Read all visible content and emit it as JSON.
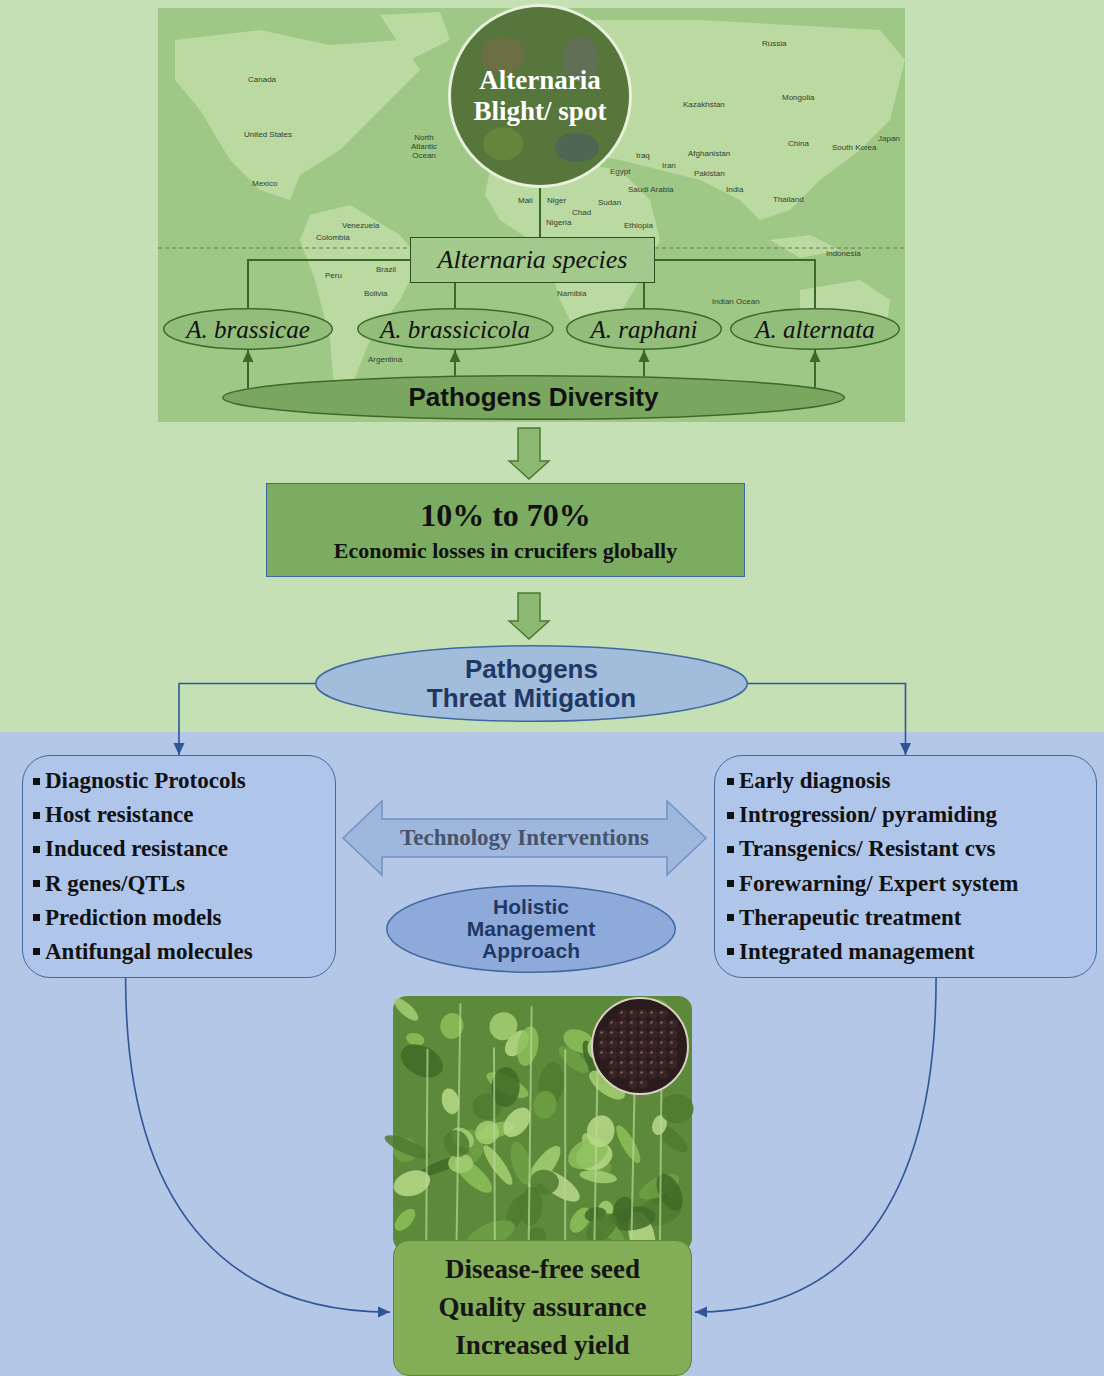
{
  "diagram": {
    "nodes": [
      {
        "text": [
          "Alternaria Blight/ spot"
        ]
      },
      {
        "text": [
          "Alternaria species"
        ]
      },
      {
        "text": [
          "A. brassicae"
        ]
      },
      {
        "text": [
          "A. brassicicola"
        ]
      },
      {
        "text": [
          "A. raphani"
        ]
      },
      {
        "text": [
          "A. alternata"
        ]
      },
      {
        "text": [
          "Pathogens Diversity"
        ]
      },
      {
        "text": [
          "10% to 70%",
          "Economic losses in crucifers globally"
        ]
      },
      {
        "text": [
          "Pathogens Threat Mitigation"
        ]
      },
      {
        "text": [
          "Diagnostic Protocols",
          "Host resistance",
          "Induced resistance",
          "R genes/QTLs",
          "Prediction models",
          "Antifungal molecules"
        ]
      },
      {
        "text": [
          "Early diagnosis",
          "Introgression/ pyramiding",
          "Transgenics/ Resistant cvs",
          "Forewarning/ Expert system",
          "Therapeutic treatment",
          "Integrated management"
        ]
      },
      {
        "text": [
          "Technology Interventions"
        ]
      },
      {
        "text": [
          "Holistic Management Approach"
        ]
      },
      {
        "text": [
          "Disease-free seed",
          "Quality assurance",
          "Increased yield"
        ]
      }
    ],
    "edges": [
      {
        "from": 0,
        "to": 1,
        "arrow": "none"
      },
      {
        "from": 1,
        "to": 2,
        "arrow": "none"
      },
      {
        "from": 1,
        "to": 3,
        "arrow": "none"
      },
      {
        "from": 1,
        "to": 4,
        "arrow": "none"
      },
      {
        "from": 1,
        "to": 5,
        "arrow": "none"
      },
      {
        "from": 6,
        "to": 2,
        "arrow": "to"
      },
      {
        "from": 6,
        "to": 3,
        "arrow": "to"
      },
      {
        "from": 6,
        "to": 4,
        "arrow": "to"
      },
      {
        "from": 6,
        "to": 5,
        "arrow": "to"
      },
      {
        "from": 6,
        "to": 7,
        "arrow": "to"
      },
      {
        "from": 7,
        "to": 8,
        "arrow": "to"
      },
      {
        "from": 8,
        "to": 9,
        "arrow": "to"
      },
      {
        "from": 8,
        "to": 10,
        "arrow": "to"
      },
      {
        "from": 9,
        "to": 13,
        "arrow": "to"
      },
      {
        "from": 10,
        "to": 13,
        "arrow": "to"
      }
    ],
    "labels": [
      "Canada",
      "United States",
      "Mexico",
      "North Atlantic Ocean",
      "Venezuela",
      "Colombia",
      "Peru",
      "Brazil",
      "Bolivia",
      "Argentina",
      "Russia",
      "Mongolia",
      "Kazakhstan",
      "China",
      "South Korea",
      "Japan",
      "Iraq",
      "Iran",
      "Afghanistan",
      "Pakistan",
      "India",
      "Thailand",
      "Egypt",
      "Saudi Arabia",
      "Mali",
      "Niger",
      "Chad",
      "Sudan",
      "Nigeria",
      "Ethiopia",
      "Namibia",
      "Indian Ocean",
      "Indonesia"
    ]
  }
}
